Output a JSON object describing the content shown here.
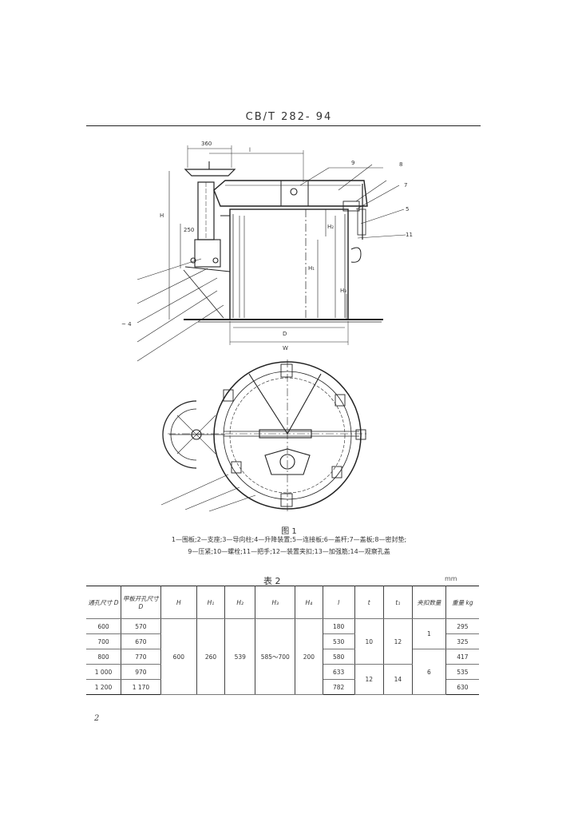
{
  "header": {
    "standard_code": "CB/T 282- 94"
  },
  "figure": {
    "label": "图 1",
    "legend_line1": "1—围板;2—支座;3—导向柱;4—升降装置;5—连接板;6—盖杆;7—盖板;8—密封垫;",
    "legend_line2": "9—压紧;10—螺栓;11—把手;12—装置夹扣;13—加强筋;14—观察孔盖",
    "side_view_callouts": {
      "dim_top_left": "360",
      "dim_top": "l",
      "dim_left_H": "H",
      "dim_left_small": "250",
      "dim_H2": "H₂",
      "dim_H1": "H₁",
      "dim_D": "D",
      "dim_H3": "H₃",
      "dim_W": "W",
      "label_left4": "~ 4",
      "num_9": "9",
      "num_8": "8",
      "num_7": "7",
      "num_5": "5",
      "num_11": "11"
    }
  },
  "table": {
    "title": "表 2",
    "unit": "mm",
    "headers": [
      "通孔尺寸 D",
      "甲板开孔尺寸 D",
      "H",
      "H₁",
      "H₂",
      "H₃",
      "H₄",
      "l",
      "t",
      "t₁",
      "夹扣数量",
      "重量 kg"
    ],
    "rows": [
      [
        "600",
        "570",
        "",
        "",
        "",
        "",
        "",
        "180",
        "",
        "",
        "",
        "295"
      ],
      [
        "700",
        "670",
        "",
        "",
        "",
        "",
        "",
        "530",
        "",
        "",
        "",
        "325"
      ],
      [
        "800",
        "770",
        "",
        "",
        "",
        "",
        "",
        "580",
        "",
        "",
        "",
        "417"
      ],
      [
        "1 000",
        "970",
        "",
        "",
        "",
        "",
        "",
        "633",
        "",
        "",
        "",
        "535"
      ],
      [
        "1 200",
        "1 170",
        "",
        "",
        "",
        "",
        "",
        "782",
        "",
        "",
        "",
        "630"
      ]
    ],
    "merged": {
      "H": "600",
      "H1": "260",
      "H2": "539",
      "H3": "585～700",
      "H4": "200",
      "t_upper": "10",
      "t_lower": "12",
      "t1_upper": "12",
      "t1_lower": "14",
      "clamp_upper": "1",
      "clamp_lower": "6"
    }
  },
  "page_number": "2"
}
